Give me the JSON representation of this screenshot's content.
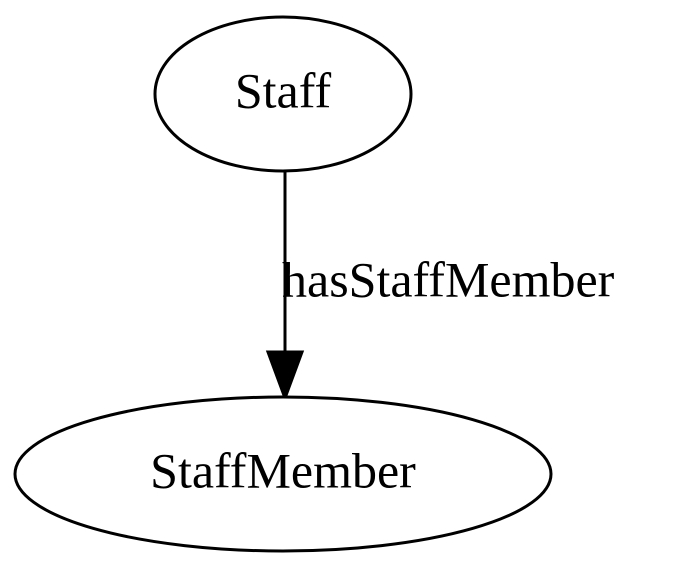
{
  "diagram": {
    "nodes": [
      {
        "id": "staff",
        "label": "Staff"
      },
      {
        "id": "staff-member",
        "label": "StaffMember"
      }
    ],
    "edges": [
      {
        "from": "staff",
        "to": "staff-member",
        "label": "hasStaffMember"
      }
    ],
    "colors": {
      "stroke": "#000000",
      "fill": "#ffffff",
      "text": "#000000"
    }
  }
}
